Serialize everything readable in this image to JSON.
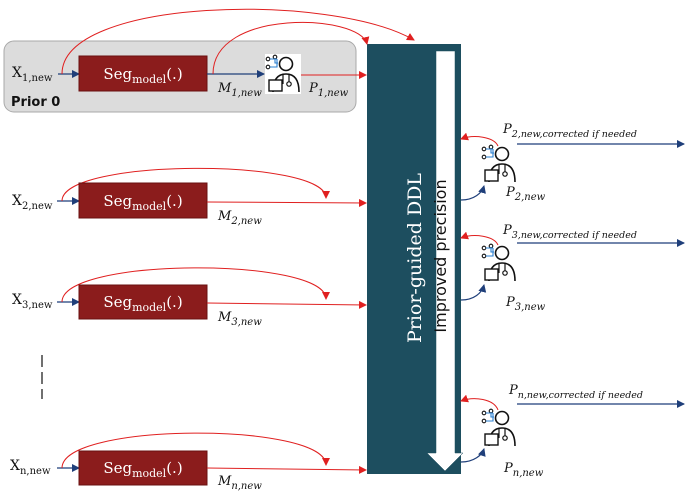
{
  "colors": {
    "seg_box": "#8b1c1c",
    "ddl_bar": "#1d4e5f",
    "arrow_red": "#e02020",
    "arrow_blue": "#1f3f7a",
    "prior_bg": "#dcdcdc"
  },
  "prior0_label": "Prior 0",
  "ddl_label": "Prior-guided DDL",
  "precision_label": "Improved precision",
  "rows": [
    {
      "x": "X",
      "x_sub": "1,new",
      "seg": "Seg",
      "seg_sub": "model",
      "seg_arg": "(.)",
      "m": "M",
      "m_sub": "1,new",
      "p": "P",
      "p_sub": "1,new"
    },
    {
      "x": "X",
      "x_sub": "2,new",
      "seg": "Seg",
      "seg_sub": "model",
      "seg_arg": "(.)",
      "m": "M",
      "m_sub": "2,new"
    },
    {
      "x": "X",
      "x_sub": "3,new",
      "seg": "Seg",
      "seg_sub": "model",
      "seg_arg": "(.)",
      "m": "M",
      "m_sub": "3,new"
    },
    {
      "x": "X",
      "x_sub": "n,new",
      "seg": "Seg",
      "seg_sub": "model",
      "seg_arg": "(.)",
      "m": "M",
      "m_sub": "n,new"
    }
  ],
  "outputs": [
    {
      "p": "P",
      "p_sub": "2,new",
      "pc": "P",
      "pc_sub": "2,new,corrected if needed"
    },
    {
      "p": "P",
      "p_sub": "3,new",
      "pc": "P",
      "pc_sub": "3,new,corrected if needed"
    },
    {
      "p": "P",
      "p_sub": "n,new",
      "pc": "P",
      "pc_sub": "n,new,corrected if needed"
    }
  ],
  "icons": [
    "clinician-icon"
  ]
}
